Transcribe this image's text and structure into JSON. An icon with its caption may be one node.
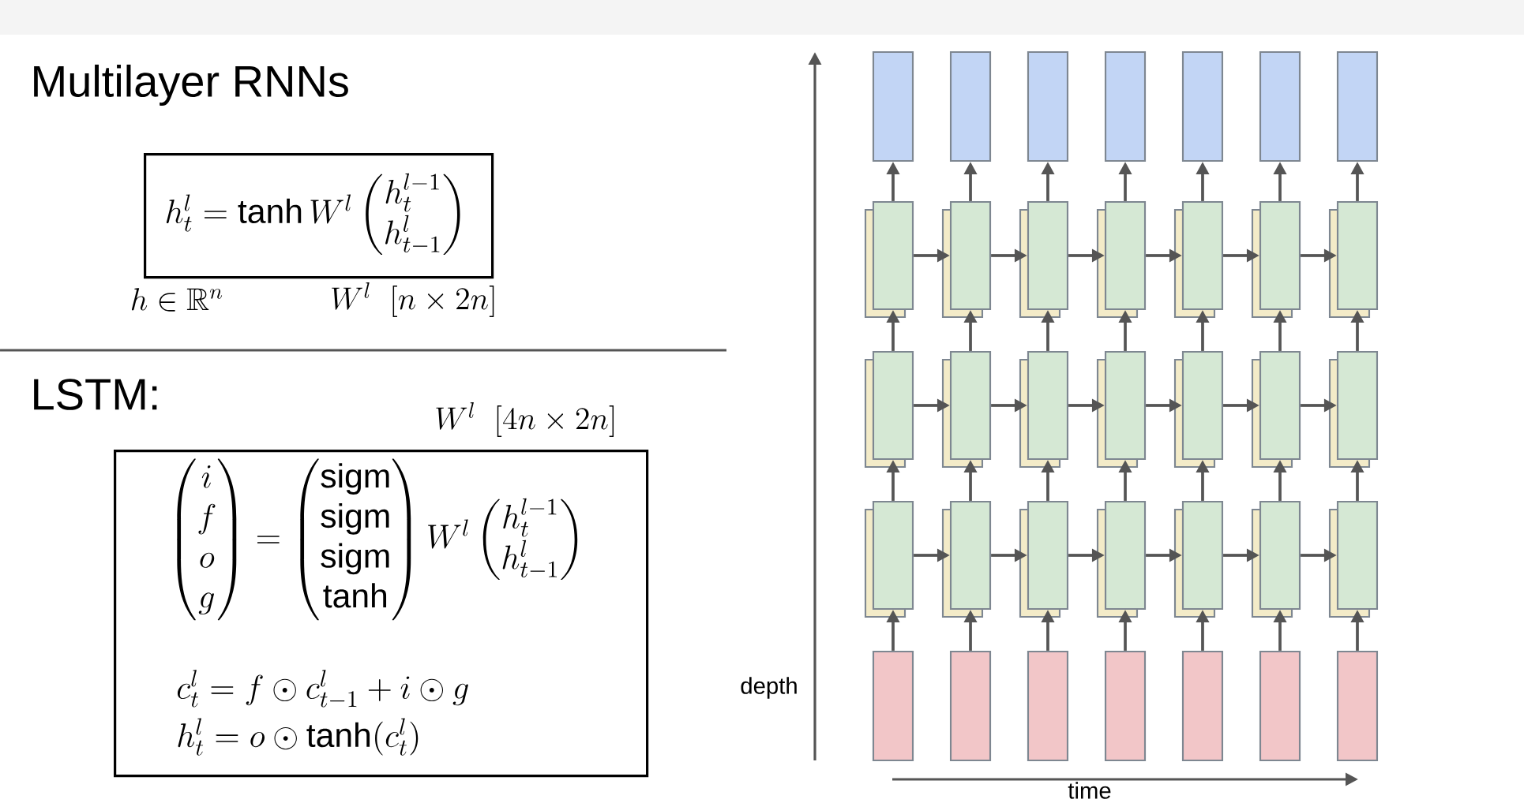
{
  "diagram": {
    "title": "Multilayer RNNs",
    "nodes": [
      {
        "text": [
          "h_t^l = \\tanh W^l \\begin{pmatrix} h_t^{l-1} \\\\ h_{t-1}^l \\end{pmatrix}"
        ]
      },
      {
        "text": [
          "\\begin{pmatrix} i \\\\ f \\\\ o \\\\ g \\end{pmatrix} = \\begin{pmatrix} \\mathrm{sigm} \\\\ \\mathrm{sigm} \\\\ \\mathrm{sigm} \\\\ \\tanh \\end{pmatrix} W^l \\begin{pmatrix} h_t^{l-1} \\\\ h_{t-1}^l \\end{pmatrix}",
          "c_t^l = f \\odot c_{t-1}^l + i \\odot g",
          "h_t^l = o \\odot \\tanh(c_t^l)"
        ]
      },
      {
        "text": [],
        "shape": "box"
      },
      {
        "text": [],
        "shape": "box"
      },
      {
        "text": [],
        "shape": "box"
      },
      {
        "text": [],
        "shape": "box"
      },
      {
        "text": [],
        "shape": "box"
      },
      {
        "text": [],
        "shape": "box"
      },
      {
        "text": [],
        "shape": "box"
      },
      {
        "text": [],
        "shape": "box"
      },
      {
        "text": [],
        "shape": "box"
      },
      {
        "text": [],
        "shape": "box"
      },
      {
        "text": [],
        "shape": "box"
      },
      {
        "text": [],
        "shape": "box"
      },
      {
        "text": [],
        "shape": "box"
      },
      {
        "text": [],
        "shape": "box"
      },
      {
        "text": [],
        "shape": "box"
      },
      {
        "text": [],
        "shape": "box"
      },
      {
        "text": [],
        "shape": "box"
      },
      {
        "text": [],
        "shape": "box"
      },
      {
        "text": [],
        "shape": "box"
      },
      {
        "text": [],
        "shape": "box"
      },
      {
        "text": [],
        "shape": "box"
      },
      {
        "text": [],
        "shape": "box"
      },
      {
        "text": [],
        "shape": "box"
      },
      {
        "text": [],
        "shape": "box"
      },
      {
        "text": [],
        "shape": "box"
      },
      {
        "text": [],
        "shape": "box"
      },
      {
        "text": [],
        "shape": "box"
      },
      {
        "text": [],
        "shape": "box"
      },
      {
        "text": [],
        "shape": "box"
      },
      {
        "text": [],
        "shape": "box"
      },
      {
        "text": [],
        "shape": "box"
      },
      {
        "text": [],
        "shape": "box"
      },
      {
        "text": [],
        "shape": "box"
      },
      {
        "text": [],
        "shape": "box"
      },
      {
        "text": [],
        "shape": "box"
      }
    ],
    "edges": [
      {
        "from": 30,
        "to": 23,
        "arrow": "to"
      },
      {
        "from": 31,
        "to": 24,
        "arrow": "to"
      },
      {
        "from": 32,
        "to": 25,
        "arrow": "to"
      },
      {
        "from": 33,
        "to": 26,
        "arrow": "to"
      },
      {
        "from": 34,
        "to": 27,
        "arrow": "to"
      },
      {
        "from": 35,
        "to": 28,
        "arrow": "to"
      },
      {
        "from": 36,
        "to": 29,
        "arrow": "to"
      },
      {
        "from": 23,
        "to": 16,
        "arrow": "to"
      },
      {
        "from": 24,
        "to": 17,
        "arrow": "to"
      },
      {
        "from": 25,
        "to": 18,
        "arrow": "to"
      },
      {
        "from": 26,
        "to": 19,
        "arrow": "to"
      },
      {
        "from": 27,
        "to": 20,
        "arrow": "to"
      },
      {
        "from": 28,
        "to": 21,
        "arrow": "to"
      },
      {
        "from": 29,
        "to": 22,
        "arrow": "to"
      },
      {
        "from": 16,
        "to": 9,
        "arrow": "to"
      },
      {
        "from": 17,
        "to": 10,
        "arrow": "to"
      },
      {
        "from": 18,
        "to": 11,
        "arrow": "to"
      },
      {
        "from": 19,
        "to": 12,
        "arrow": "to"
      },
      {
        "from": 20,
        "to": 13,
        "arrow": "to"
      },
      {
        "from": 21,
        "to": 14,
        "arrow": "to"
      },
      {
        "from": 22,
        "to": 15,
        "arrow": "to"
      },
      {
        "from": 9,
        "to": 2,
        "arrow": "to"
      },
      {
        "from": 10,
        "to": 3,
        "arrow": "to"
      },
      {
        "from": 11,
        "to": 4,
        "arrow": "to"
      },
      {
        "from": 12,
        "to": 5,
        "arrow": "to"
      },
      {
        "from": 13,
        "to": 6,
        "arrow": "to"
      },
      {
        "from": 14,
        "to": 7,
        "arrow": "to"
      },
      {
        "from": 15,
        "to": 8,
        "arrow": "to"
      },
      {
        "from": 9,
        "to": 10,
        "arrow": "to"
      },
      {
        "from": 10,
        "to": 11,
        "arrow": "to"
      },
      {
        "from": 11,
        "to": 12,
        "arrow": "to"
      },
      {
        "from": 12,
        "to": 13,
        "arrow": "to"
      },
      {
        "from": 13,
        "to": 14,
        "arrow": "to"
      },
      {
        "from": 14,
        "to": 15,
        "arrow": "to"
      },
      {
        "from": 16,
        "to": 17,
        "arrow": "to"
      },
      {
        "from": 17,
        "to": 18,
        "arrow": "to"
      },
      {
        "from": 18,
        "to": 19,
        "arrow": "to"
      },
      {
        "from": 19,
        "to": 20,
        "arrow": "to"
      },
      {
        "from": 20,
        "to": 21,
        "arrow": "to"
      },
      {
        "from": 21,
        "to": 22,
        "arrow": "to"
      },
      {
        "from": 23,
        "to": 24,
        "arrow": "to"
      },
      {
        "from": 24,
        "to": 25,
        "arrow": "to"
      },
      {
        "from": 25,
        "to": 26,
        "arrow": "to"
      },
      {
        "from": 26,
        "to": 27,
        "arrow": "to"
      },
      {
        "from": 27,
        "to": 28,
        "arrow": "to"
      },
      {
        "from": 28,
        "to": 29,
        "arrow": "to"
      }
    ],
    "labels": [
      "h \\in \\mathbb{R}^n",
      "W^l\\;\\; [n \\times 2n]",
      "LSTM:",
      "W^l\\;\\; [4n \\times 2n]",
      "depth",
      "time"
    ]
  }
}
